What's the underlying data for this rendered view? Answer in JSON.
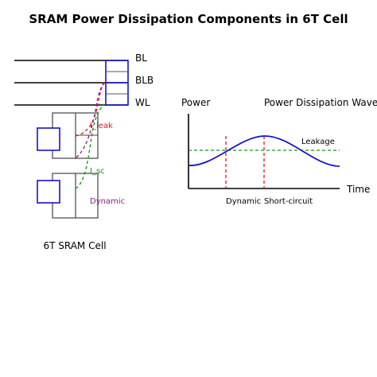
{
  "title": "SRAM Power Dissipation Components in 6T Cell",
  "circuit": {
    "lines": [
      {
        "label": "BL"
      },
      {
        "label": "BLB"
      },
      {
        "label": "WL"
      }
    ],
    "cell_label": "6T SRAM Cell",
    "currents": [
      {
        "label": "I_leak",
        "color": "#e8141c"
      },
      {
        "label": "I_sc",
        "color": "#139413"
      },
      {
        "label": "Dynamic",
        "color": "#8b1a8b"
      }
    ],
    "colors": {
      "wire": "#000000",
      "transistor": "#444444",
      "inverter": "#1414c8"
    }
  },
  "waveform": {
    "title": "Power Dissipation Waveform",
    "ylabel": "Power",
    "xlabel": "Time",
    "curve_color": "#1414cc",
    "leakage": {
      "label": "Leakage",
      "color": "#139413"
    },
    "events": [
      {
        "label": "Dynamic",
        "color": "#e8141c"
      },
      {
        "label": "Short-circuit",
        "color": "#e8141c"
      }
    ]
  }
}
